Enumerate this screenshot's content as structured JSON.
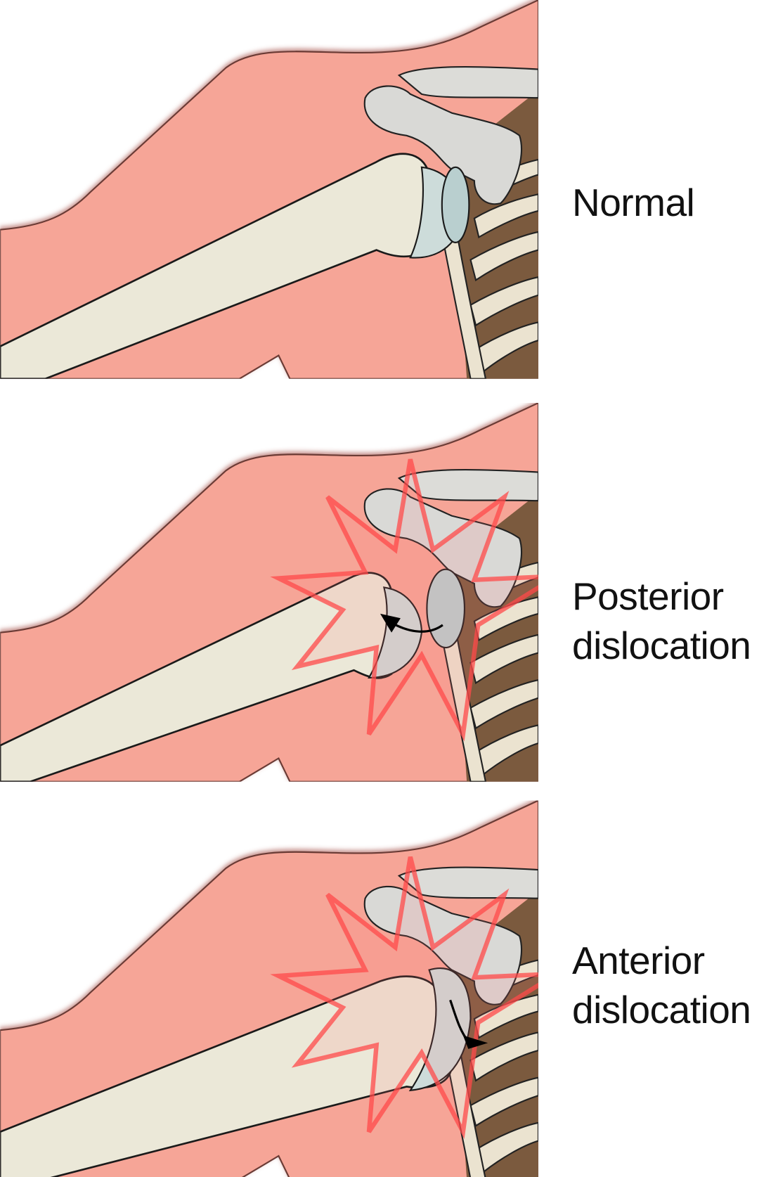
{
  "panels": [
    {
      "id": "normal",
      "label_lines": [
        "Normal"
      ]
    },
    {
      "id": "posterior",
      "label_lines": [
        "Posterior",
        "dislocation"
      ]
    },
    {
      "id": "anterior",
      "label_lines": [
        "Anterior",
        "dislocation"
      ]
    }
  ],
  "colors": {
    "skin": "#f6a597",
    "bone": "#ebe8d8",
    "cartilage": "#cddcda",
    "scapula": "#d9d9d6",
    "ribs_shadow": "#7b5a3e",
    "pain_star": "#ff4a4a",
    "outline": "#1a1a1a"
  }
}
